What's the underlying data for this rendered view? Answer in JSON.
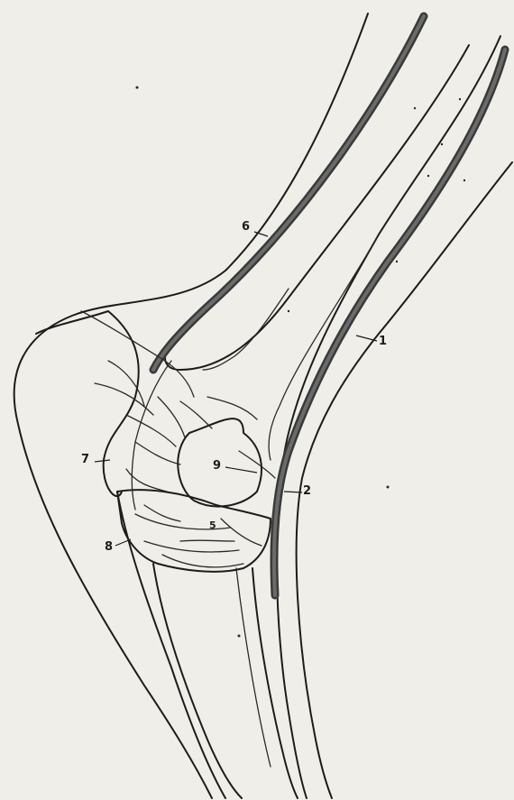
{
  "labels": {
    "l1": "1",
    "l2": "2",
    "l5": "5",
    "l6": "6",
    "l7": "7",
    "l8": "8",
    "l9": "9"
  },
  "colors": {
    "paper": "#efeee8",
    "ink": "#1c1c1c"
  }
}
